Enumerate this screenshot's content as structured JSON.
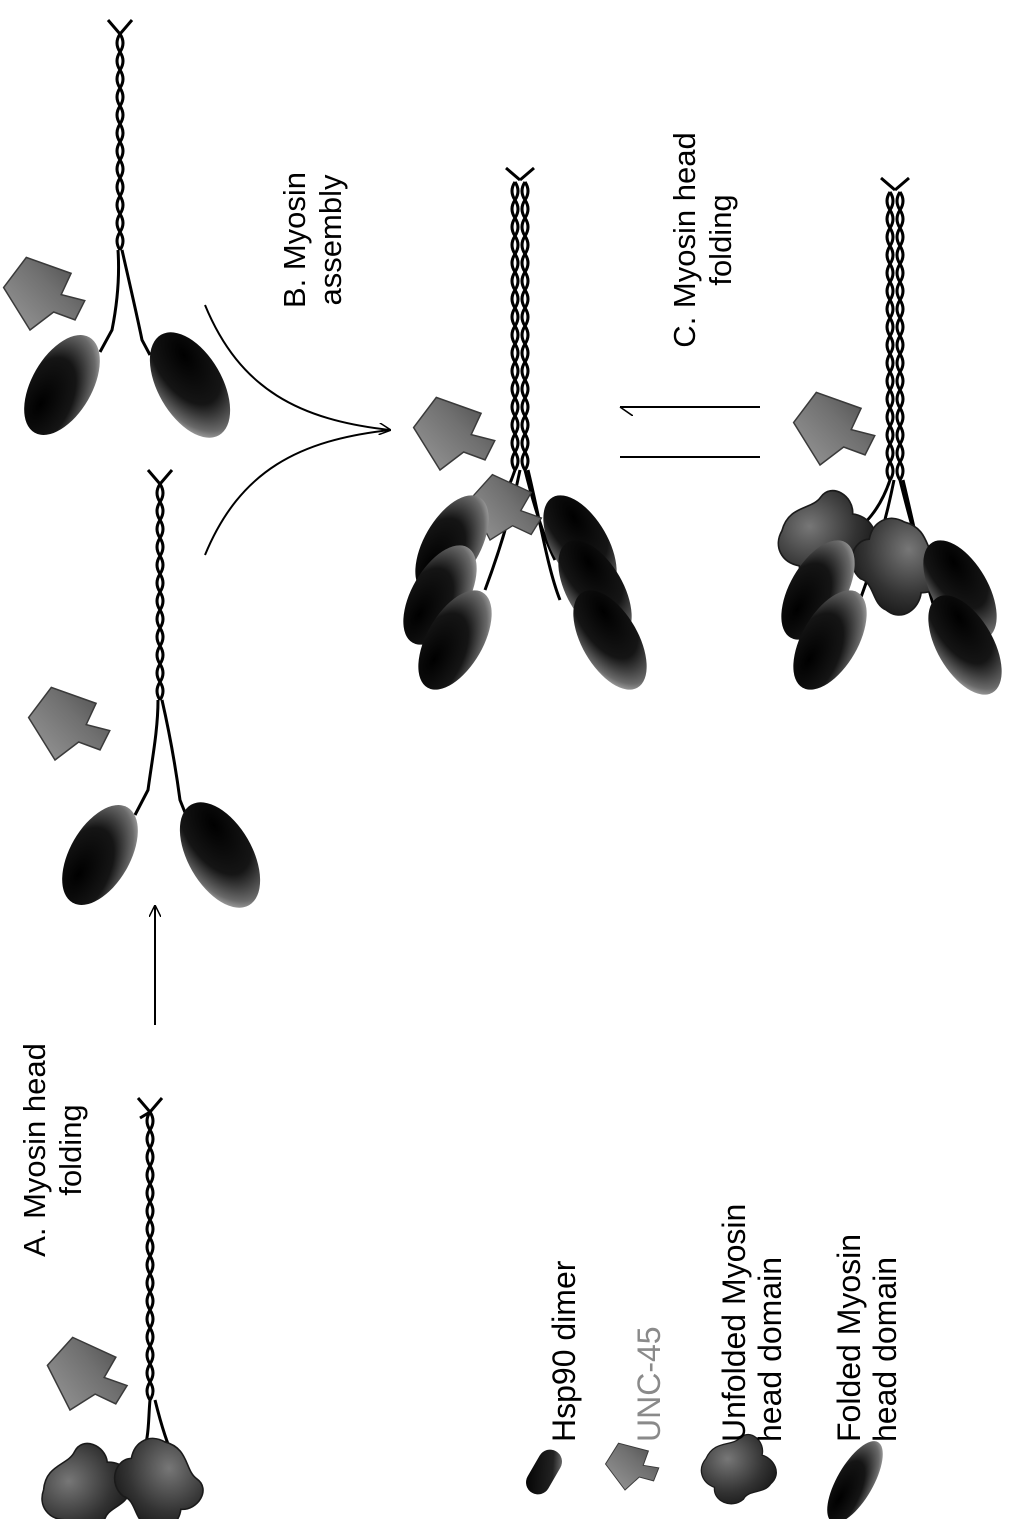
{
  "steps": {
    "a": {
      "line1": "A. Myosin head",
      "line2": "folding"
    },
    "b": {
      "line1": "B. Myosin",
      "line2": "assembly"
    },
    "c": {
      "line1": "C. Myosin head",
      "line2": "folding"
    }
  },
  "legend": [
    {
      "icon": "hsp90-dimer-icon",
      "line1": "Hsp90 dimer",
      "line2": ""
    },
    {
      "icon": "unc45-icon",
      "line1": "UNC-45",
      "line2": ""
    },
    {
      "icon": "unfolded-head-icon",
      "line1": "Unfolded Myosin",
      "line2": "head domain"
    },
    {
      "icon": "folded-head-icon",
      "line1": "Folded Myosin",
      "line2": "head domain"
    }
  ],
  "colors": {
    "ink": "#000000",
    "folded": "#111111",
    "unfolded": "#444444",
    "unc45": "#7a7a7a",
    "hsp90": "#1a1a1a"
  }
}
